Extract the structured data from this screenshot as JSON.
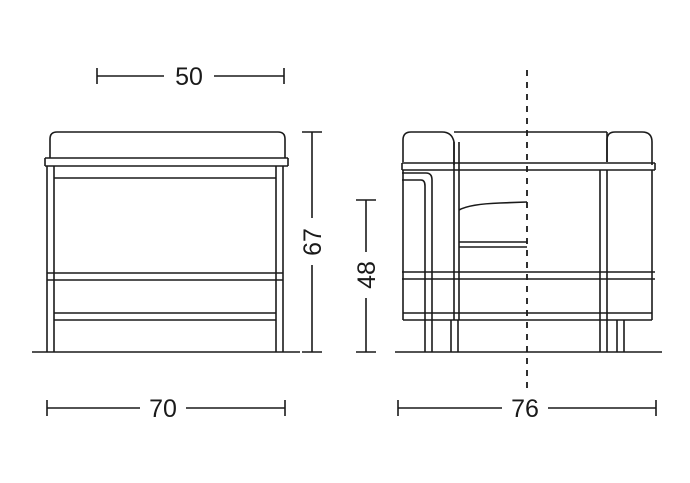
{
  "dimensions": {
    "top_width": "50",
    "front_width": "70",
    "total_height": "67",
    "seat_height": "48",
    "side_depth": "76"
  },
  "colors": {
    "line": "#1a1a1a",
    "background": "#ffffff"
  }
}
